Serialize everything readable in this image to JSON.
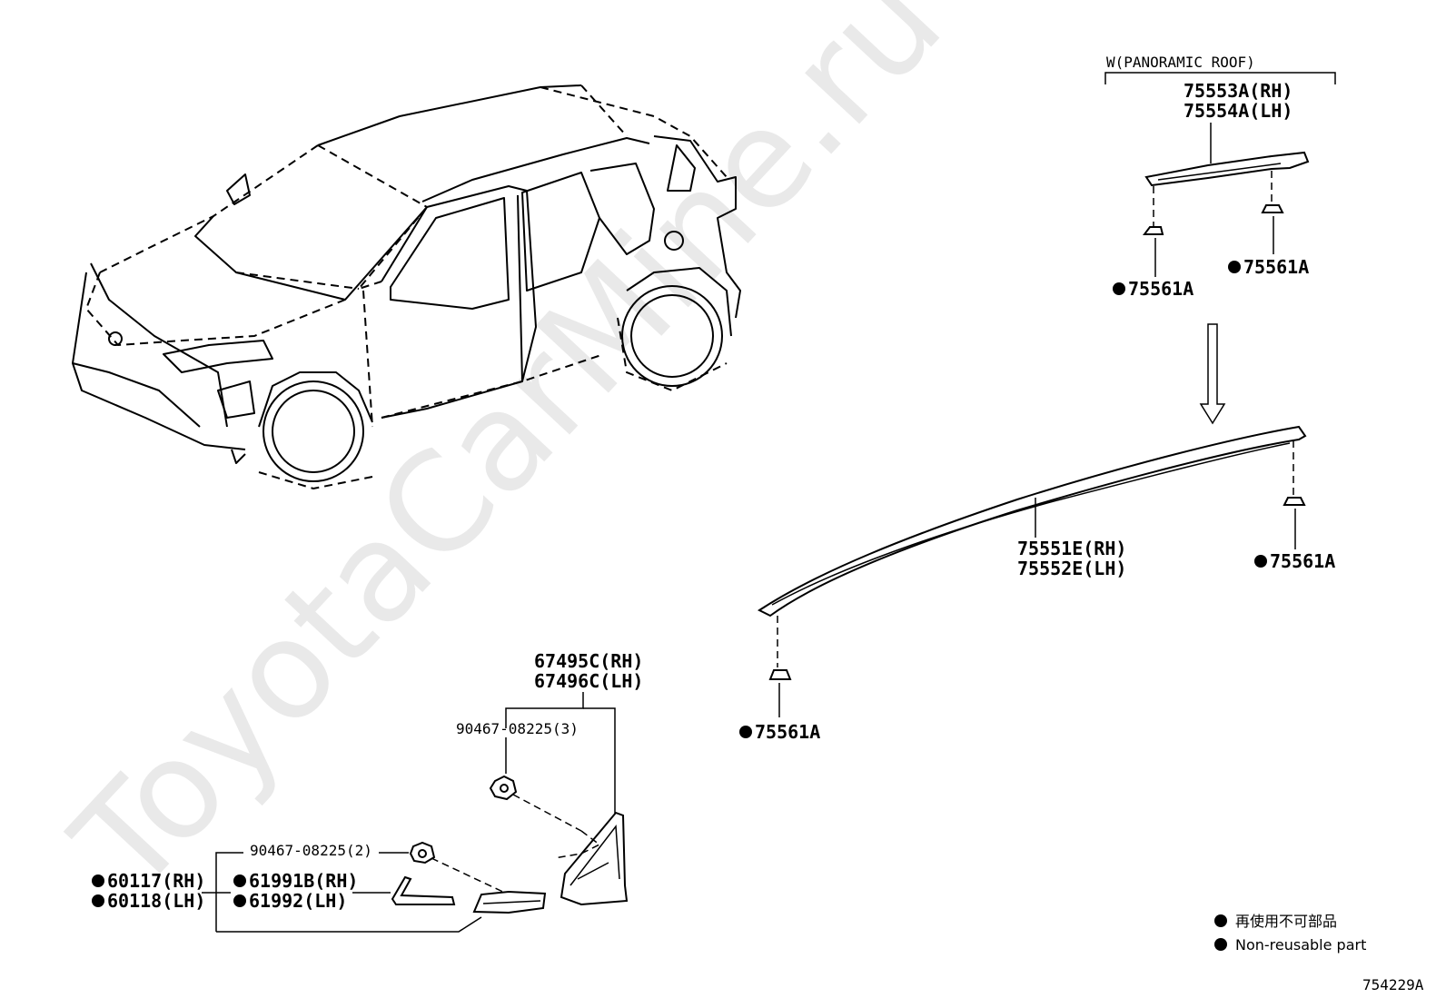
{
  "watermark": "ToyotaCarMine.ru",
  "variant_label": "W(PANORAMIC ROOF)",
  "parts": {
    "rail_pano_rh": "75553A(RH)",
    "rail_pano_lh": "75554A(LH)",
    "clip_a1": "75561A",
    "clip_a2": "75561A",
    "rail_main_rh": "75551E(RH)",
    "rail_main_lh": "75552E(LH)",
    "clip_a3": "75561A",
    "clip_a4": "75561A",
    "cover_rh": "67495C(RH)",
    "cover_lh": "67496C(LH)",
    "nut_3": "90467-08225(3)",
    "nut_2": "90467-08225(2)",
    "mold_60117": "60117(RH)",
    "mold_60118": "60118(LH)",
    "seal_61991": "61991B(RH)",
    "seal_61992": "61992(LH)"
  },
  "legend": {
    "line1": "再使用不可部品",
    "line2": "Non-reusable part"
  },
  "diagram_id": "754229A"
}
